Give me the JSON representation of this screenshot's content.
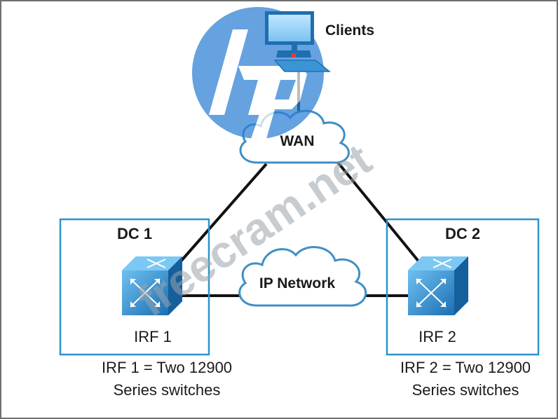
{
  "labels": {
    "clients": "Clients",
    "wan": "WAN",
    "ip_network": "IP Network",
    "dc1": "DC 1",
    "dc2": "DC 2",
    "irf1": "IRF 1",
    "irf2": "IRF 2",
    "irf1_desc_line1": "IRF 1 = Two 12900",
    "irf1_desc_line2": "Series switches",
    "irf2_desc_line1": "IRF 2 = Two 12900",
    "irf2_desc_line2": "Series switches"
  },
  "watermark": {
    "text": "freecram.net",
    "logo": "hp"
  },
  "colors": {
    "box_border": "#2c94c9",
    "cloud_stroke": "#3f8fc4",
    "switch_fill": "#2f8fd0",
    "link": "#111111",
    "logo": "#2b7fd4"
  },
  "icons": [
    "client-computer-icon",
    "wan-cloud-icon",
    "ip-network-cloud-icon",
    "irf1-switch-icon",
    "irf2-switch-icon",
    "hp-logo-icon"
  ]
}
